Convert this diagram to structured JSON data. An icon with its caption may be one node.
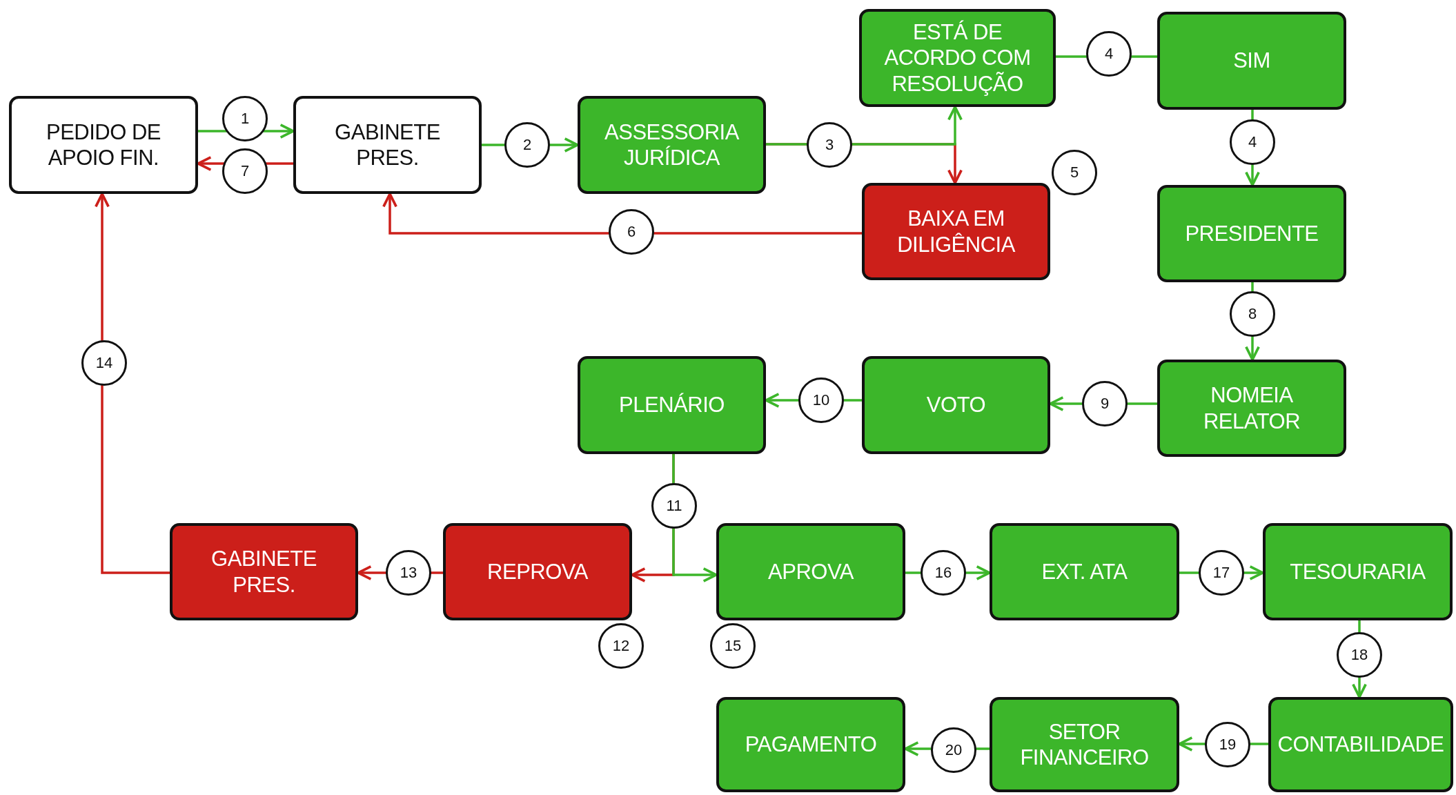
{
  "diagram": {
    "nodes": [
      {
        "text": [
          "PEDIDO DE APOIO FIN."
        ]
      },
      {
        "text": [
          "GABINETE PRES."
        ]
      },
      {
        "text": [
          "ASSESSORIA JURÍDICA"
        ]
      },
      {
        "text": [
          "ESTÁ DE ACORDO COM RESOLUÇÃO"
        ]
      },
      {
        "text": [
          "SIM"
        ]
      },
      {
        "text": [
          "BAIXA EM DILIGÊNCIA"
        ],
        "beside": [
          "5"
        ]
      },
      {
        "text": [
          "PRESIDENTE"
        ]
      },
      {
        "text": [
          "NOMEIA RELATOR"
        ]
      },
      {
        "text": [
          "VOTO"
        ]
      },
      {
        "text": [
          "PLENÁRIO"
        ]
      },
      {
        "text": [
          "GABINETE PRES."
        ]
      },
      {
        "text": [
          "REPROVA"
        ],
        "beside": [
          "12"
        ]
      },
      {
        "text": [
          "APROVA"
        ],
        "beside": [
          "15"
        ]
      },
      {
        "text": [
          "EXT. ATA"
        ]
      },
      {
        "text": [
          "TESOURARIA"
        ]
      },
      {
        "text": [
          "CONTABILIDADE"
        ]
      },
      {
        "text": [
          "SETOR FINANCEIRO"
        ]
      },
      {
        "text": [
          "PAGAMENTO"
        ]
      }
    ],
    "edges": [
      {
        "from": 0,
        "to": 1,
        "arrow": "to",
        "label": "1"
      },
      {
        "from": 1,
        "to": 0,
        "arrow": "to",
        "label": "7",
        "color": "#cc1f1a"
      },
      {
        "from": 1,
        "to": 2,
        "arrow": "to",
        "label": "2"
      },
      {
        "from": 2,
        "to": 3,
        "arrow": "to",
        "label": "3"
      },
      {
        "from": 2,
        "to": 5,
        "arrow": "to",
        "color": "#cc1f1a"
      },
      {
        "from": 3,
        "to": 4,
        "arrow": "none",
        "label": "4"
      },
      {
        "from": 4,
        "to": 6,
        "arrow": "to",
        "label": "4"
      },
      {
        "from": 5,
        "to": 1,
        "arrow": "to",
        "label": "6",
        "color": "#cc1f1a"
      },
      {
        "from": 6,
        "to": 7,
        "arrow": "to",
        "label": "8"
      },
      {
        "from": 7,
        "to": 8,
        "arrow": "to",
        "label": "9"
      },
      {
        "from": 8,
        "to": 9,
        "arrow": "to",
        "label": "10"
      },
      {
        "from": 9,
        "to": 11,
        "arrow": "to",
        "color": "#cc1f1a"
      },
      {
        "from": 9,
        "to": 12,
        "arrow": "to",
        "label": "11"
      },
      {
        "from": 11,
        "to": 10,
        "arrow": "to",
        "label": "13",
        "color": "#cc1f1a"
      },
      {
        "from": 10,
        "to": 0,
        "arrow": "to",
        "label": "14",
        "color": "#cc1f1a"
      },
      {
        "from": 12,
        "to": 13,
        "arrow": "to",
        "label": "16"
      },
      {
        "from": 13,
        "to": 14,
        "arrow": "to",
        "label": "17"
      },
      {
        "from": 14,
        "to": 15,
        "arrow": "to",
        "label": "18"
      },
      {
        "from": 15,
        "to": 16,
        "arrow": "to",
        "label": "19"
      },
      {
        "from": 16,
        "to": 17,
        "arrow": "to",
        "label": "20"
      }
    ]
  }
}
